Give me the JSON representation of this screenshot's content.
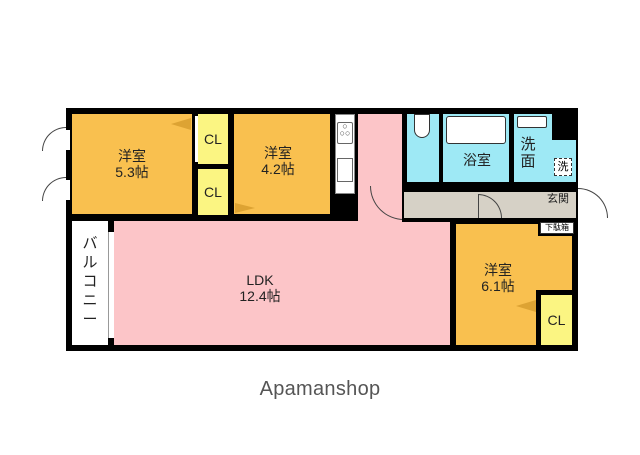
{
  "colors": {
    "western_room": "#f9c04f",
    "ldk": "#fcc5c8",
    "wet_area": "#9ee9f5",
    "corridor": "#d6d1c6",
    "closet": "#fbf582",
    "balcony": "#ffffff",
    "wall": "#000000"
  },
  "rooms": [
    {
      "id": "room1",
      "name": "洋室",
      "area": "5.3帖"
    },
    {
      "id": "room2",
      "name": "洋室",
      "area": "4.2帖"
    },
    {
      "id": "ldk",
      "name": "LDK",
      "area": "12.4帖"
    },
    {
      "id": "room3",
      "name": "洋室",
      "area": "6.1帖"
    },
    {
      "id": "bath",
      "name": "浴室"
    },
    {
      "id": "washroom",
      "name": "洗面"
    },
    {
      "id": "balcony",
      "name": "バルコニー"
    }
  ],
  "labels": {
    "closet": "CL",
    "washer": "洗",
    "entrance": "玄関",
    "shoe_box": "下駄箱",
    "balcony_chars": [
      "バ",
      "ル",
      "コ",
      "ニ",
      "ー"
    ]
  },
  "brand": "Apamanshop"
}
